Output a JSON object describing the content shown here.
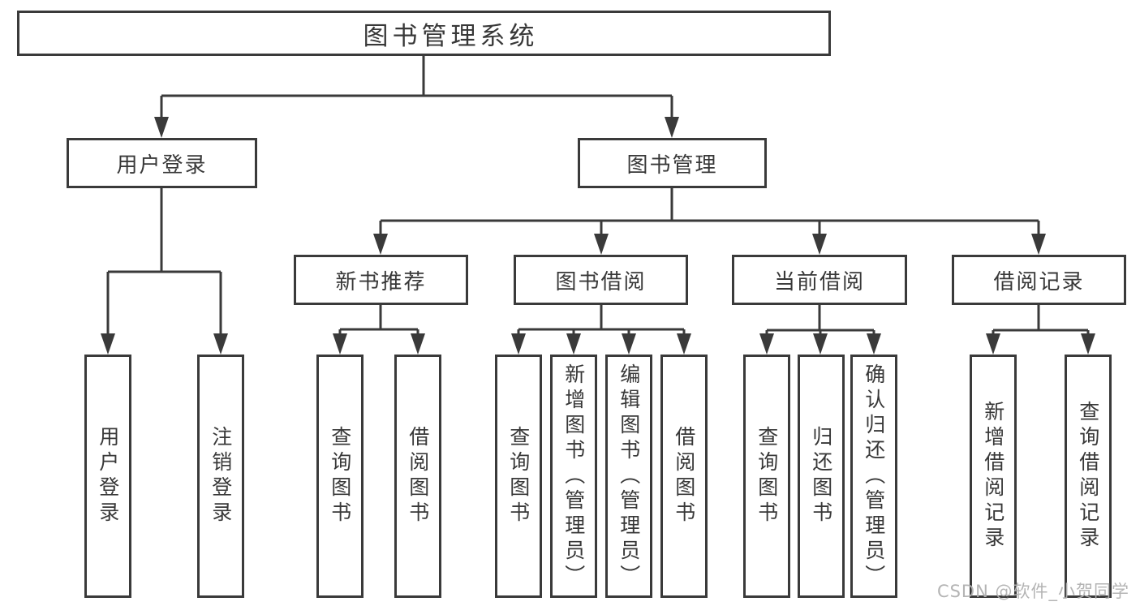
{
  "colors": {
    "line": "#3a3a3a",
    "box_border": "#3a3a3a",
    "text": "#383838",
    "watermark": "#b0b0b0"
  },
  "watermark": {
    "text": "CSDN @软件_小贺同学"
  },
  "tree": {
    "root": {
      "label": "图书管理系统"
    },
    "branches": [
      {
        "label": "用户登录",
        "children": [
          {
            "label": "用户登录"
          },
          {
            "label": "注销登录"
          }
        ]
      },
      {
        "label": "图书管理",
        "children": [
          {
            "label": "新书推荐",
            "children": [
              {
                "label": "查询图书"
              },
              {
                "label": "借阅图书"
              }
            ]
          },
          {
            "label": "图书借阅",
            "children": [
              {
                "label": "查询图书"
              },
              {
                "label": "新增图书（管理员）"
              },
              {
                "label": "编辑图书（管理员）"
              },
              {
                "label": "借阅图书"
              }
            ]
          },
          {
            "label": "当前借阅",
            "children": [
              {
                "label": "查询图书"
              },
              {
                "label": "归还图书"
              },
              {
                "label": "确认归还（管理员）"
              }
            ]
          },
          {
            "label": "借阅记录",
            "children": [
              {
                "label": "新增借阅记录"
              },
              {
                "label": "查询借阅记录"
              }
            ]
          }
        ]
      }
    ]
  }
}
